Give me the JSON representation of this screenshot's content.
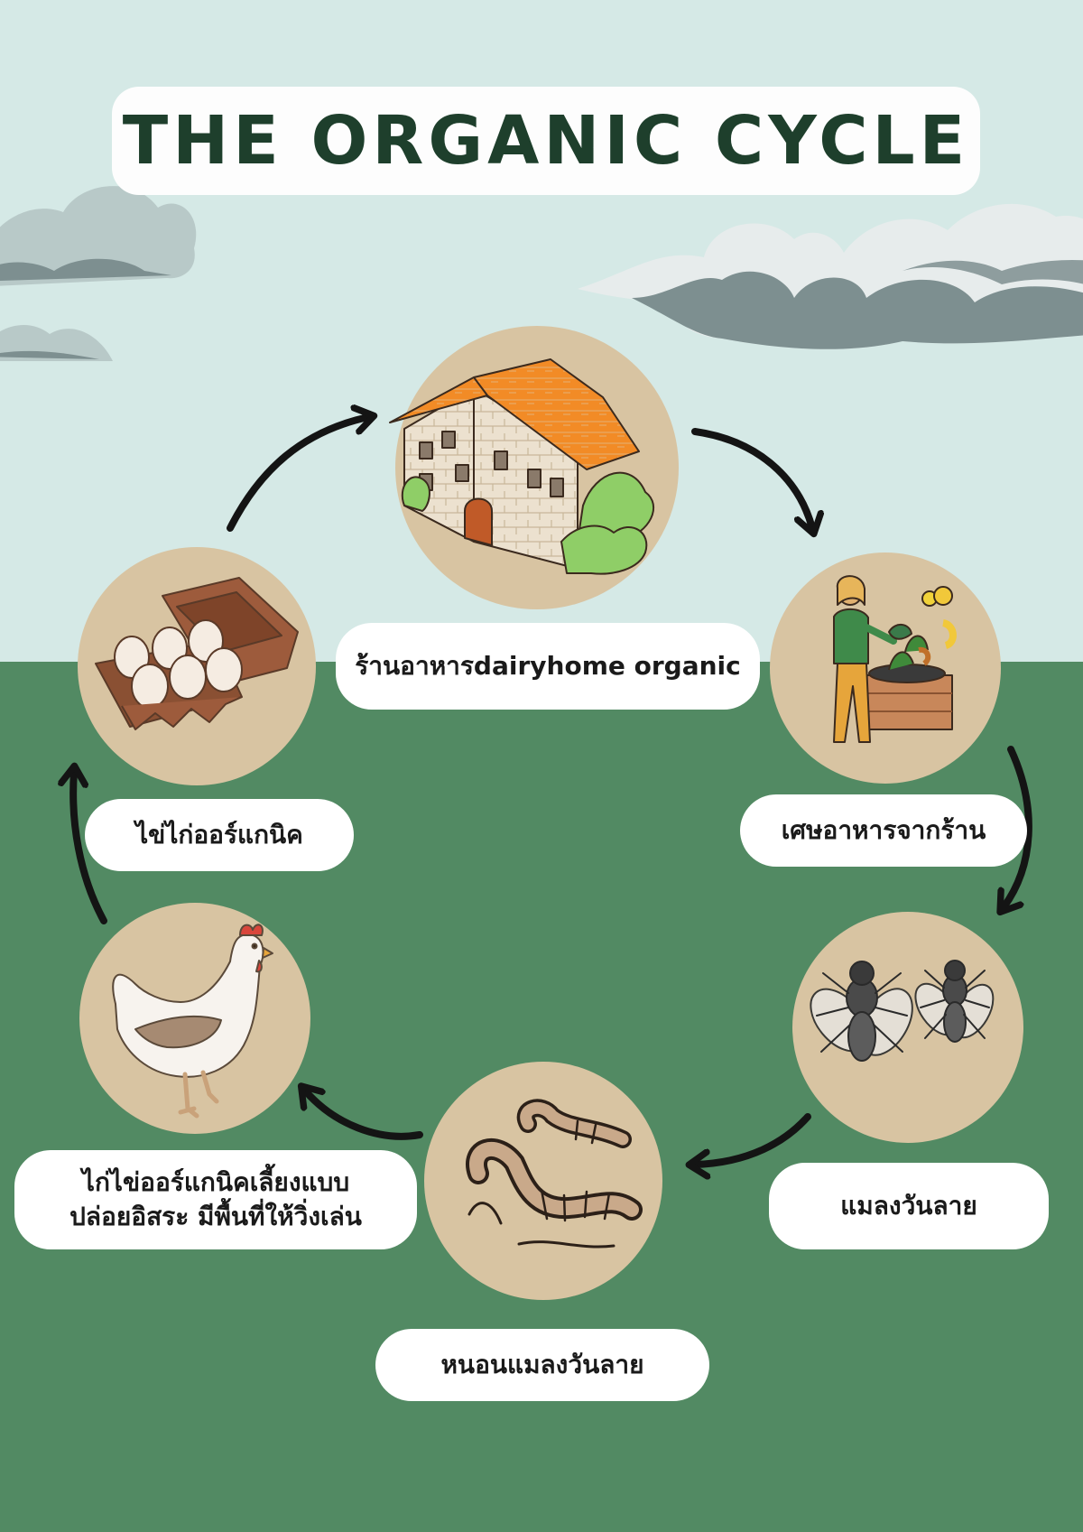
{
  "title": "THE ORGANIC CYCLE",
  "colors": {
    "sky": "#d5e9e6",
    "grass": "#528a63",
    "circle": "#d8c4a2",
    "label_bg": "#ffffff",
    "title_text": "#1e3f2c",
    "arrow": "#141414",
    "cloud": "#7d8f90"
  },
  "nodes": [
    {
      "id": "restaurant",
      "label": "ร้านอาหารdairyhome organic",
      "icon": "farmhouse-icon"
    },
    {
      "id": "food-waste",
      "label": "เศษอาหารจากร้าน",
      "icon": "composting-person-icon"
    },
    {
      "id": "flies",
      "label": "แมลงวันลาย",
      "icon": "fly-icon"
    },
    {
      "id": "larvae",
      "label": "หนอนแมลงวันลาย",
      "icon": "larvae-icon"
    },
    {
      "id": "chicken",
      "label": "ไก่ไข่ออร์แกนิคเลี้ยงแบบ\nปล่อยอิสระ มีพื้นที่ให้วิ่งเล่น",
      "icon": "hen-icon"
    },
    {
      "id": "eggs",
      "label": "ไข่ไก่ออร์แกนิค",
      "icon": "egg-carton-icon"
    }
  ]
}
